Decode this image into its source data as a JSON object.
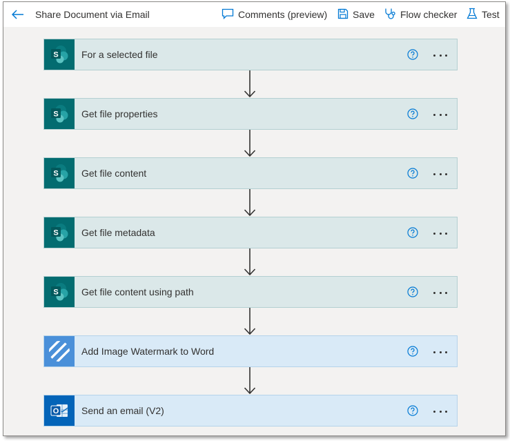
{
  "header": {
    "title": "Share Document via Email",
    "back_icon": "back-arrow-icon",
    "commands": [
      {
        "label": "Comments (preview)",
        "icon": "comment-icon"
      },
      {
        "label": "Save",
        "icon": "save-icon"
      },
      {
        "label": "Flow checker",
        "icon": "stethoscope-icon"
      },
      {
        "label": "Test",
        "icon": "flask-icon"
      }
    ]
  },
  "colors": {
    "accent": "#0078d4",
    "sharepoint_teal": "#036c70",
    "sharepoint_card": "#dbe8e9",
    "connector_card": "#d9eaf7",
    "watermark_blue": "#4a90d9",
    "outlook_blue": "#0364b8",
    "canvas": "#f3f2f1"
  },
  "steps": [
    {
      "title": "For a selected file",
      "icon": "sharepoint-icon"
    },
    {
      "title": "Get file properties",
      "icon": "sharepoint-icon"
    },
    {
      "title": "Get file content",
      "icon": "sharepoint-icon"
    },
    {
      "title": "Get file metadata",
      "icon": "sharepoint-icon"
    },
    {
      "title": "Get file content using path",
      "icon": "sharepoint-icon"
    },
    {
      "title": "Add Image Watermark to Word",
      "icon": "watermark-icon"
    },
    {
      "title": "Send an email (V2)",
      "icon": "outlook-icon"
    }
  ]
}
